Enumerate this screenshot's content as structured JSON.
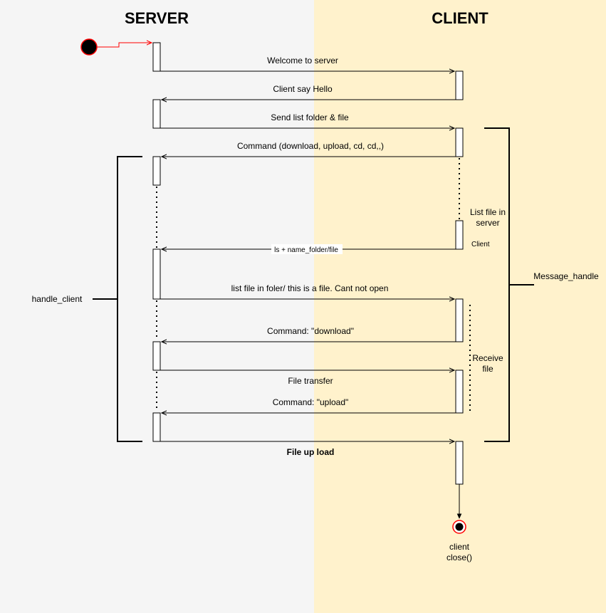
{
  "lanes": {
    "server": {
      "title": "SERVER",
      "fill": "#f5f5f5"
    },
    "client": {
      "title": "CLIENT",
      "fill": "#fff2cc"
    }
  },
  "messages": {
    "m1": "Welcome to server",
    "m2": "Client say Hello",
    "m3": "Send list folder & file",
    "m4": "Command (download, upload, cd, cd,,)",
    "m5": "ls + name_folder/file",
    "m6": "list file in foler/ this is a file. Cant not open",
    "m7": "Command: \"download\"",
    "m8": "File transfer",
    "m9": "Command: \"upload\"",
    "m10": "File up load"
  },
  "notes": {
    "list_file_1": "List file in",
    "list_file_2": "server",
    "client_small": "Client",
    "receive_1": "Receive",
    "receive_2": "file",
    "close_1": "client",
    "close_2": "close()"
  },
  "groups": {
    "handle_client": "handle_client",
    "message_handle": "Message_handle"
  },
  "colors": {
    "start_arrow": "#ff0000",
    "end_ring": "#ff0000",
    "line": "#000000"
  }
}
